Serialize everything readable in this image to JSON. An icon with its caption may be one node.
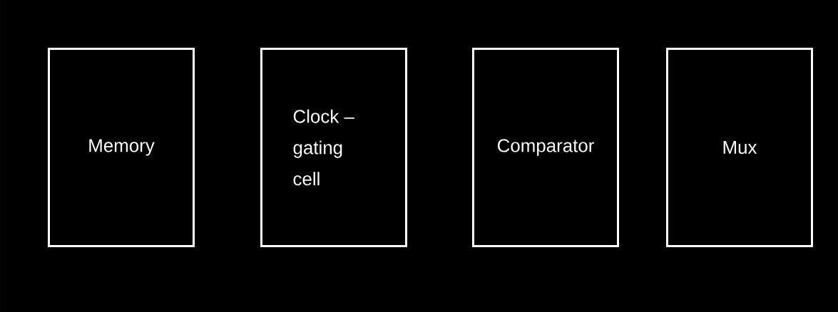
{
  "diagram": {
    "nodes": [
      {
        "text": [
          "Memory"
        ]
      },
      {
        "text": [
          "Clock – gating cell"
        ]
      },
      {
        "text": [
          "Comparator"
        ]
      },
      {
        "text": [
          "Mux"
        ]
      }
    ]
  }
}
